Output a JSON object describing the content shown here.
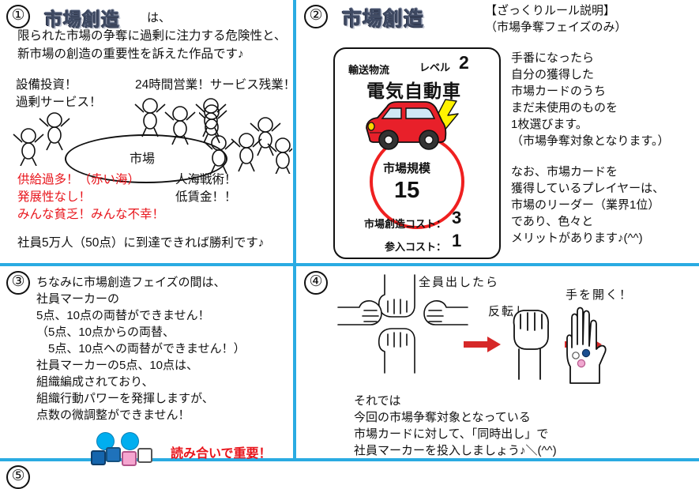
{
  "page": {
    "accent_color": "#2aabe2",
    "red_color": "#e8141b",
    "logo_color": "#3f4a63"
  },
  "panel1": {
    "number": "①",
    "logo": "市場創造",
    "logo_suffix": "は、",
    "intro_lines": [
      "限られた市場の争奪に過剰に注力する危険性と、",
      "新市場の創造の重要性を訴えた作品です♪"
    ],
    "left_labels": [
      "設備投資！",
      "過剰サービス！"
    ],
    "right_label": "24時間営業！サービス残業！",
    "market_oval_label": "市場",
    "red_lines": [
      "供給過多！（赤い海）",
      "発展性なし！",
      "みんな貧乏！みんな不幸！"
    ],
    "right_black_lines": [
      "人海戦術！",
      "低賃金！！"
    ],
    "victory_line": "社員5万人（50点）に到達できれば勝利です♪"
  },
  "panel2": {
    "number": "②",
    "logo": "市場創造",
    "heading_lines": [
      "【ざっくりルール説明】",
      "（市場争奪フェイズのみ）"
    ],
    "card": {
      "category": "輸送物流",
      "level_label": "レベル",
      "level_value": "2",
      "name": "電気自動車",
      "scale_label": "市場規模",
      "scale_value": "15",
      "create_cost_label": "市場創造コスト：",
      "create_cost_value": "3",
      "entry_cost_label": "参入コスト：",
      "entry_cost_value": "1",
      "art": "red-electric-car-with-lightning-bolt",
      "car_color": "#e8202a",
      "bolt_color": "#fff200",
      "circle_color": "#ef2020"
    },
    "body_block1": [
      "手番になったら",
      "自分の獲得した",
      "市場カードのうち",
      "まだ未使用のものを",
      "1枚選びます。",
      "（市場争奪対象となります。）"
    ],
    "body_block2": [
      "なお、市場カードを",
      "獲得しているプレイヤーは、",
      "市場のリーダー（業界1位）",
      "であり、色々と",
      "メリットがあります♪(^^)"
    ]
  },
  "panel3": {
    "number": "③",
    "lines": [
      "ちなみに市場創造フェイズの間は、",
      "社員マーカーの",
      "5点、10点の両替ができません！",
      "（5点、10点からの両替、",
      "　5点、10点への両替ができません！）",
      "社員マーカーの5点、10点は、",
      "組織編成されており、",
      "組織行動パワーを発揮しますが、",
      "点数の微調整ができません！"
    ],
    "note": "読み合いで重要！",
    "markers": {
      "circles": [
        "#00aeef",
        "#00aeef"
      ],
      "squares": [
        "#1565ad",
        "#1f72bb",
        "#f5a6d0",
        "#ffffff"
      ]
    }
  },
  "panel4": {
    "number": "④",
    "caption_all_out": "全員出したら",
    "caption_flip": "反転し…",
    "caption_open": "手を開く！",
    "arrow_color": "#d62828",
    "hand_markers": [
      "#ffffff",
      "#1b4f91",
      "#f0a8d0"
    ],
    "lines": [
      "それでは",
      "今回の市場争奪対象となっている",
      "市場カードに対して、「同時出し」で",
      "社員マーカーを投入しましょう♪＼(^^)"
    ]
  },
  "panel5": {
    "number": "⑤"
  }
}
